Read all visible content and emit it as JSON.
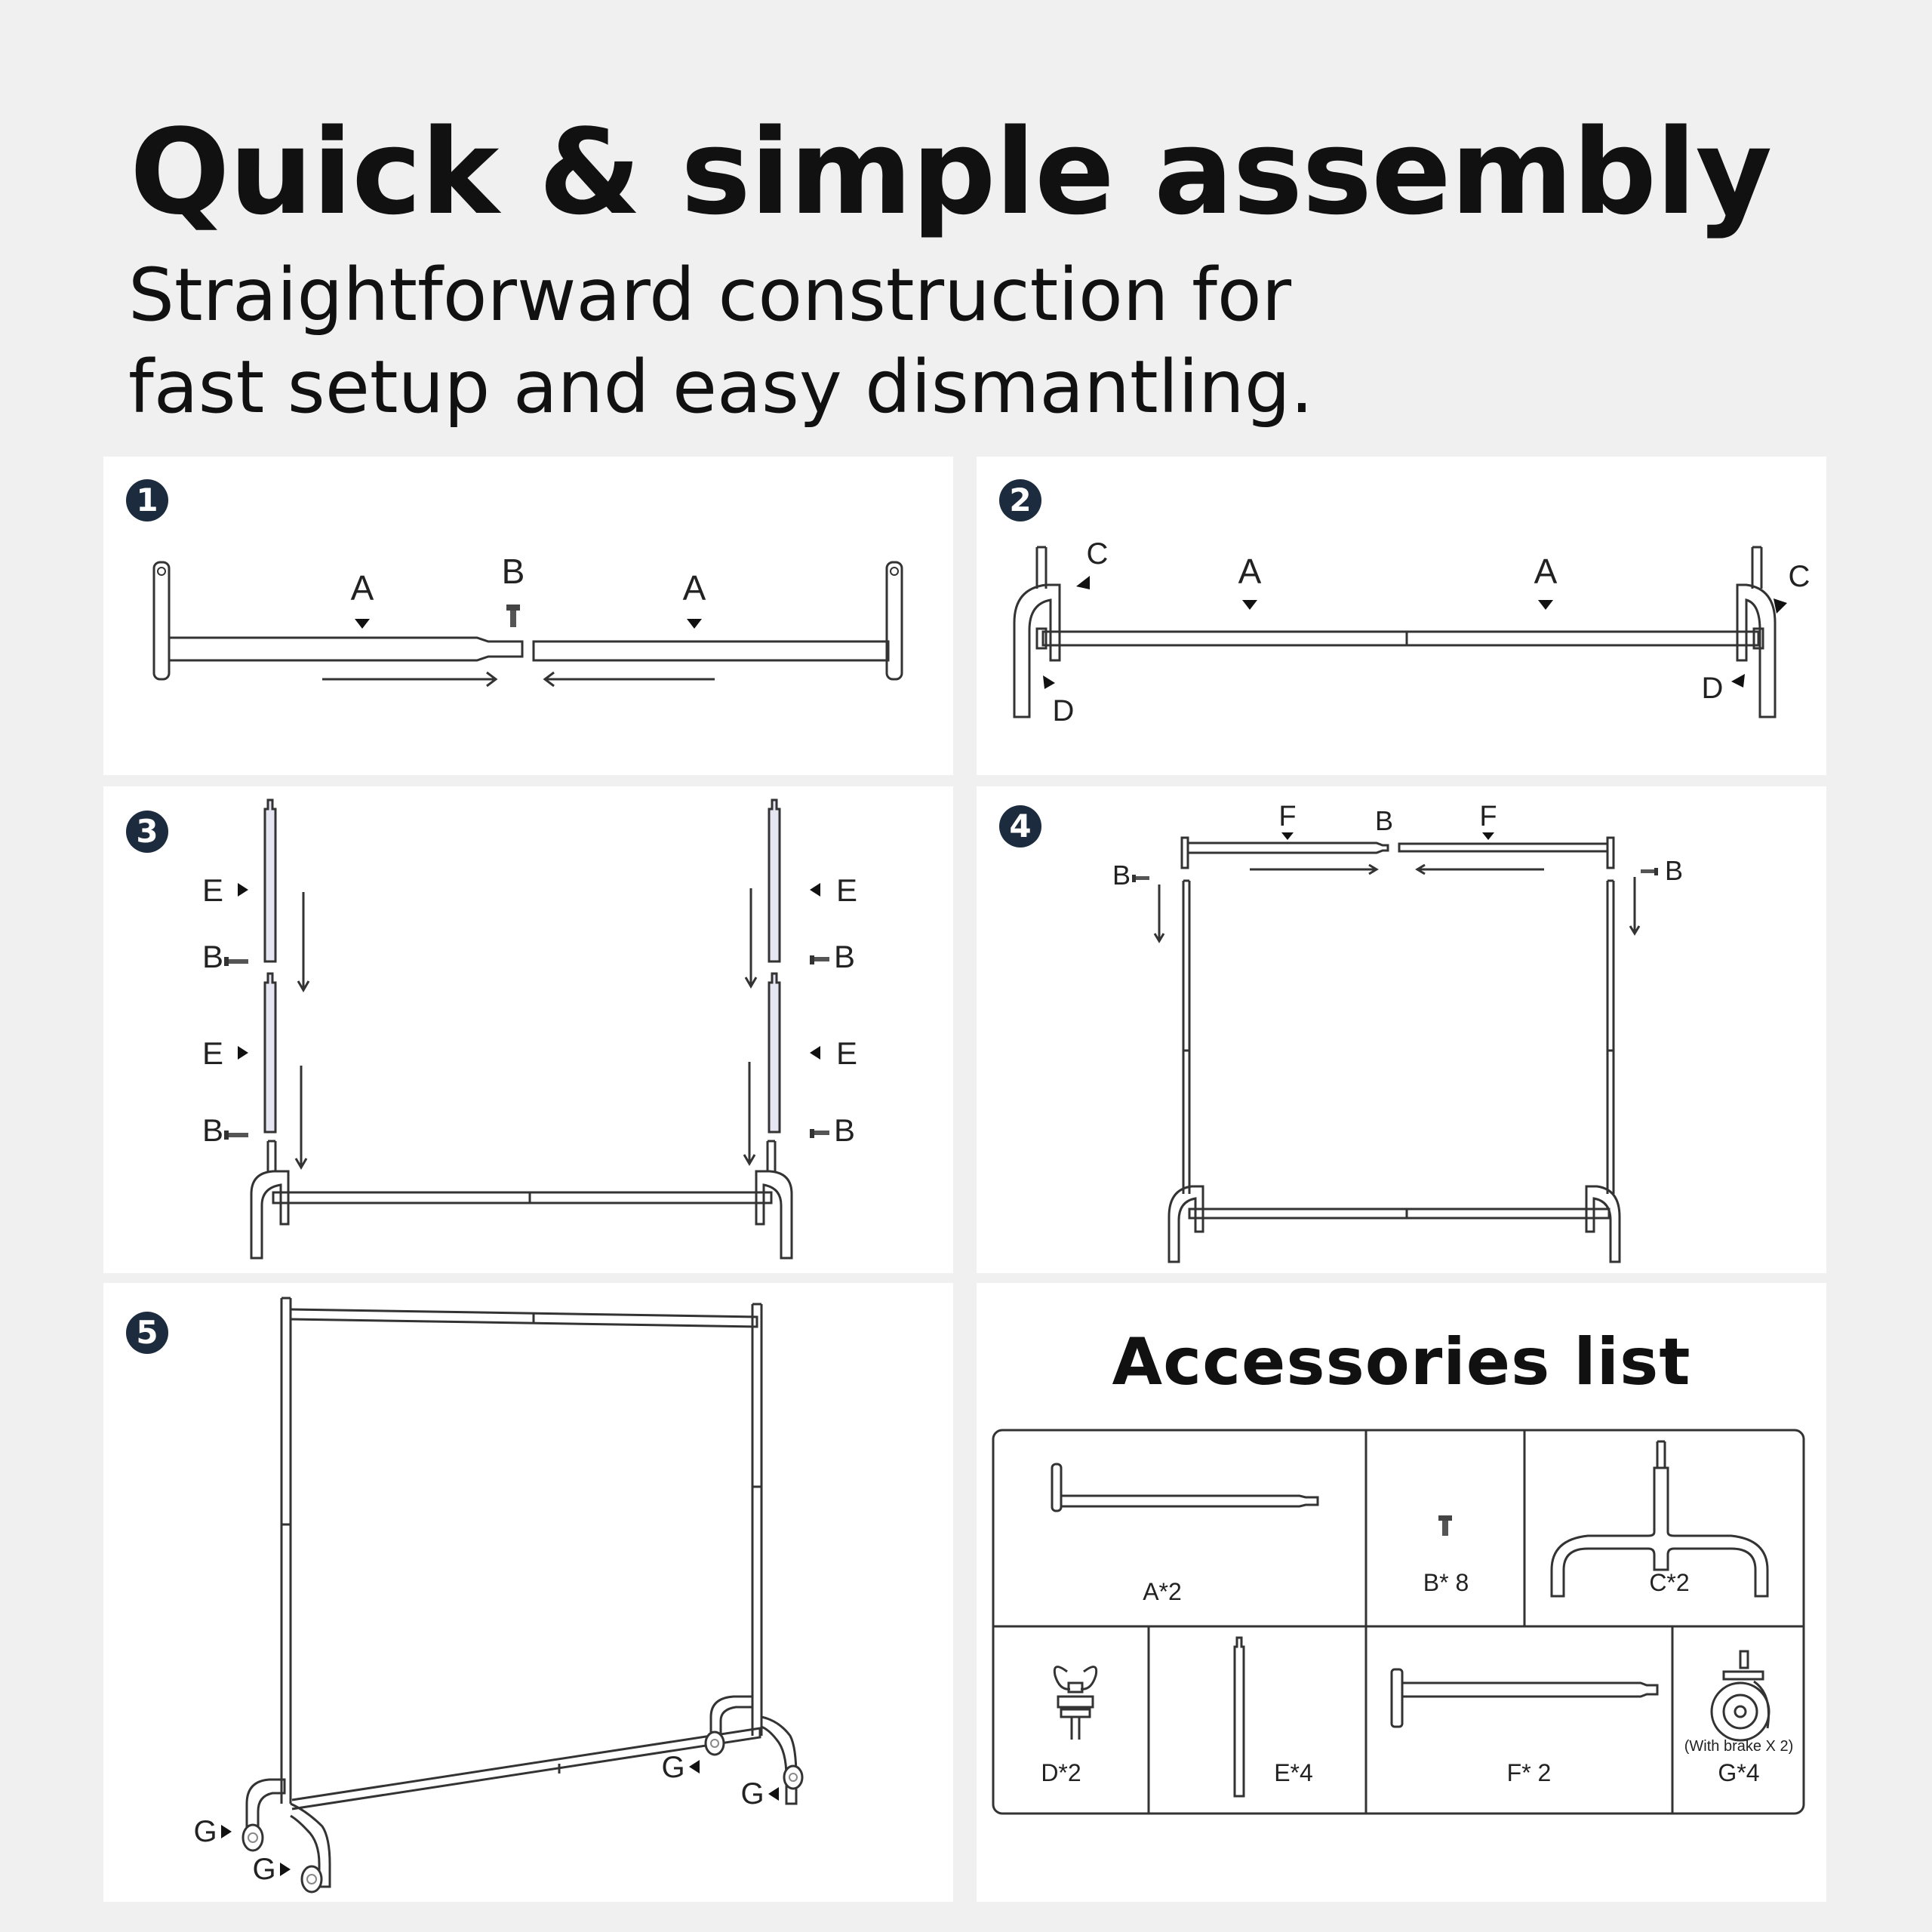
{
  "header": {
    "title": "Quick & simple assembly",
    "subtitle_line1": "Straightforward construction for",
    "subtitle_line2": "fast setup and easy dismantling."
  },
  "steps": [
    {
      "number": "1",
      "labels": {
        "a": "A",
        "b": "B"
      }
    },
    {
      "number": "2",
      "labels": {
        "a": "A",
        "c": "C",
        "d": "D"
      }
    },
    {
      "number": "3",
      "labels": {
        "e": "E",
        "b": "B"
      }
    },
    {
      "number": "4",
      "labels": {
        "f": "F",
        "b": "B"
      }
    },
    {
      "number": "5",
      "labels": {
        "g": "G"
      }
    }
  ],
  "accessories": {
    "title": "Accessories list",
    "items": {
      "a": "A*2",
      "b": "B* 8",
      "c": "C*2",
      "d": "D*2",
      "e": "E*4",
      "f": "F* 2",
      "g": "G*4",
      "g_note": "(With brake X 2)"
    }
  },
  "colors": {
    "background": "#f0f0f0",
    "panel": "#ffffff",
    "badge": "#1c2b3e",
    "line": "#333333"
  }
}
